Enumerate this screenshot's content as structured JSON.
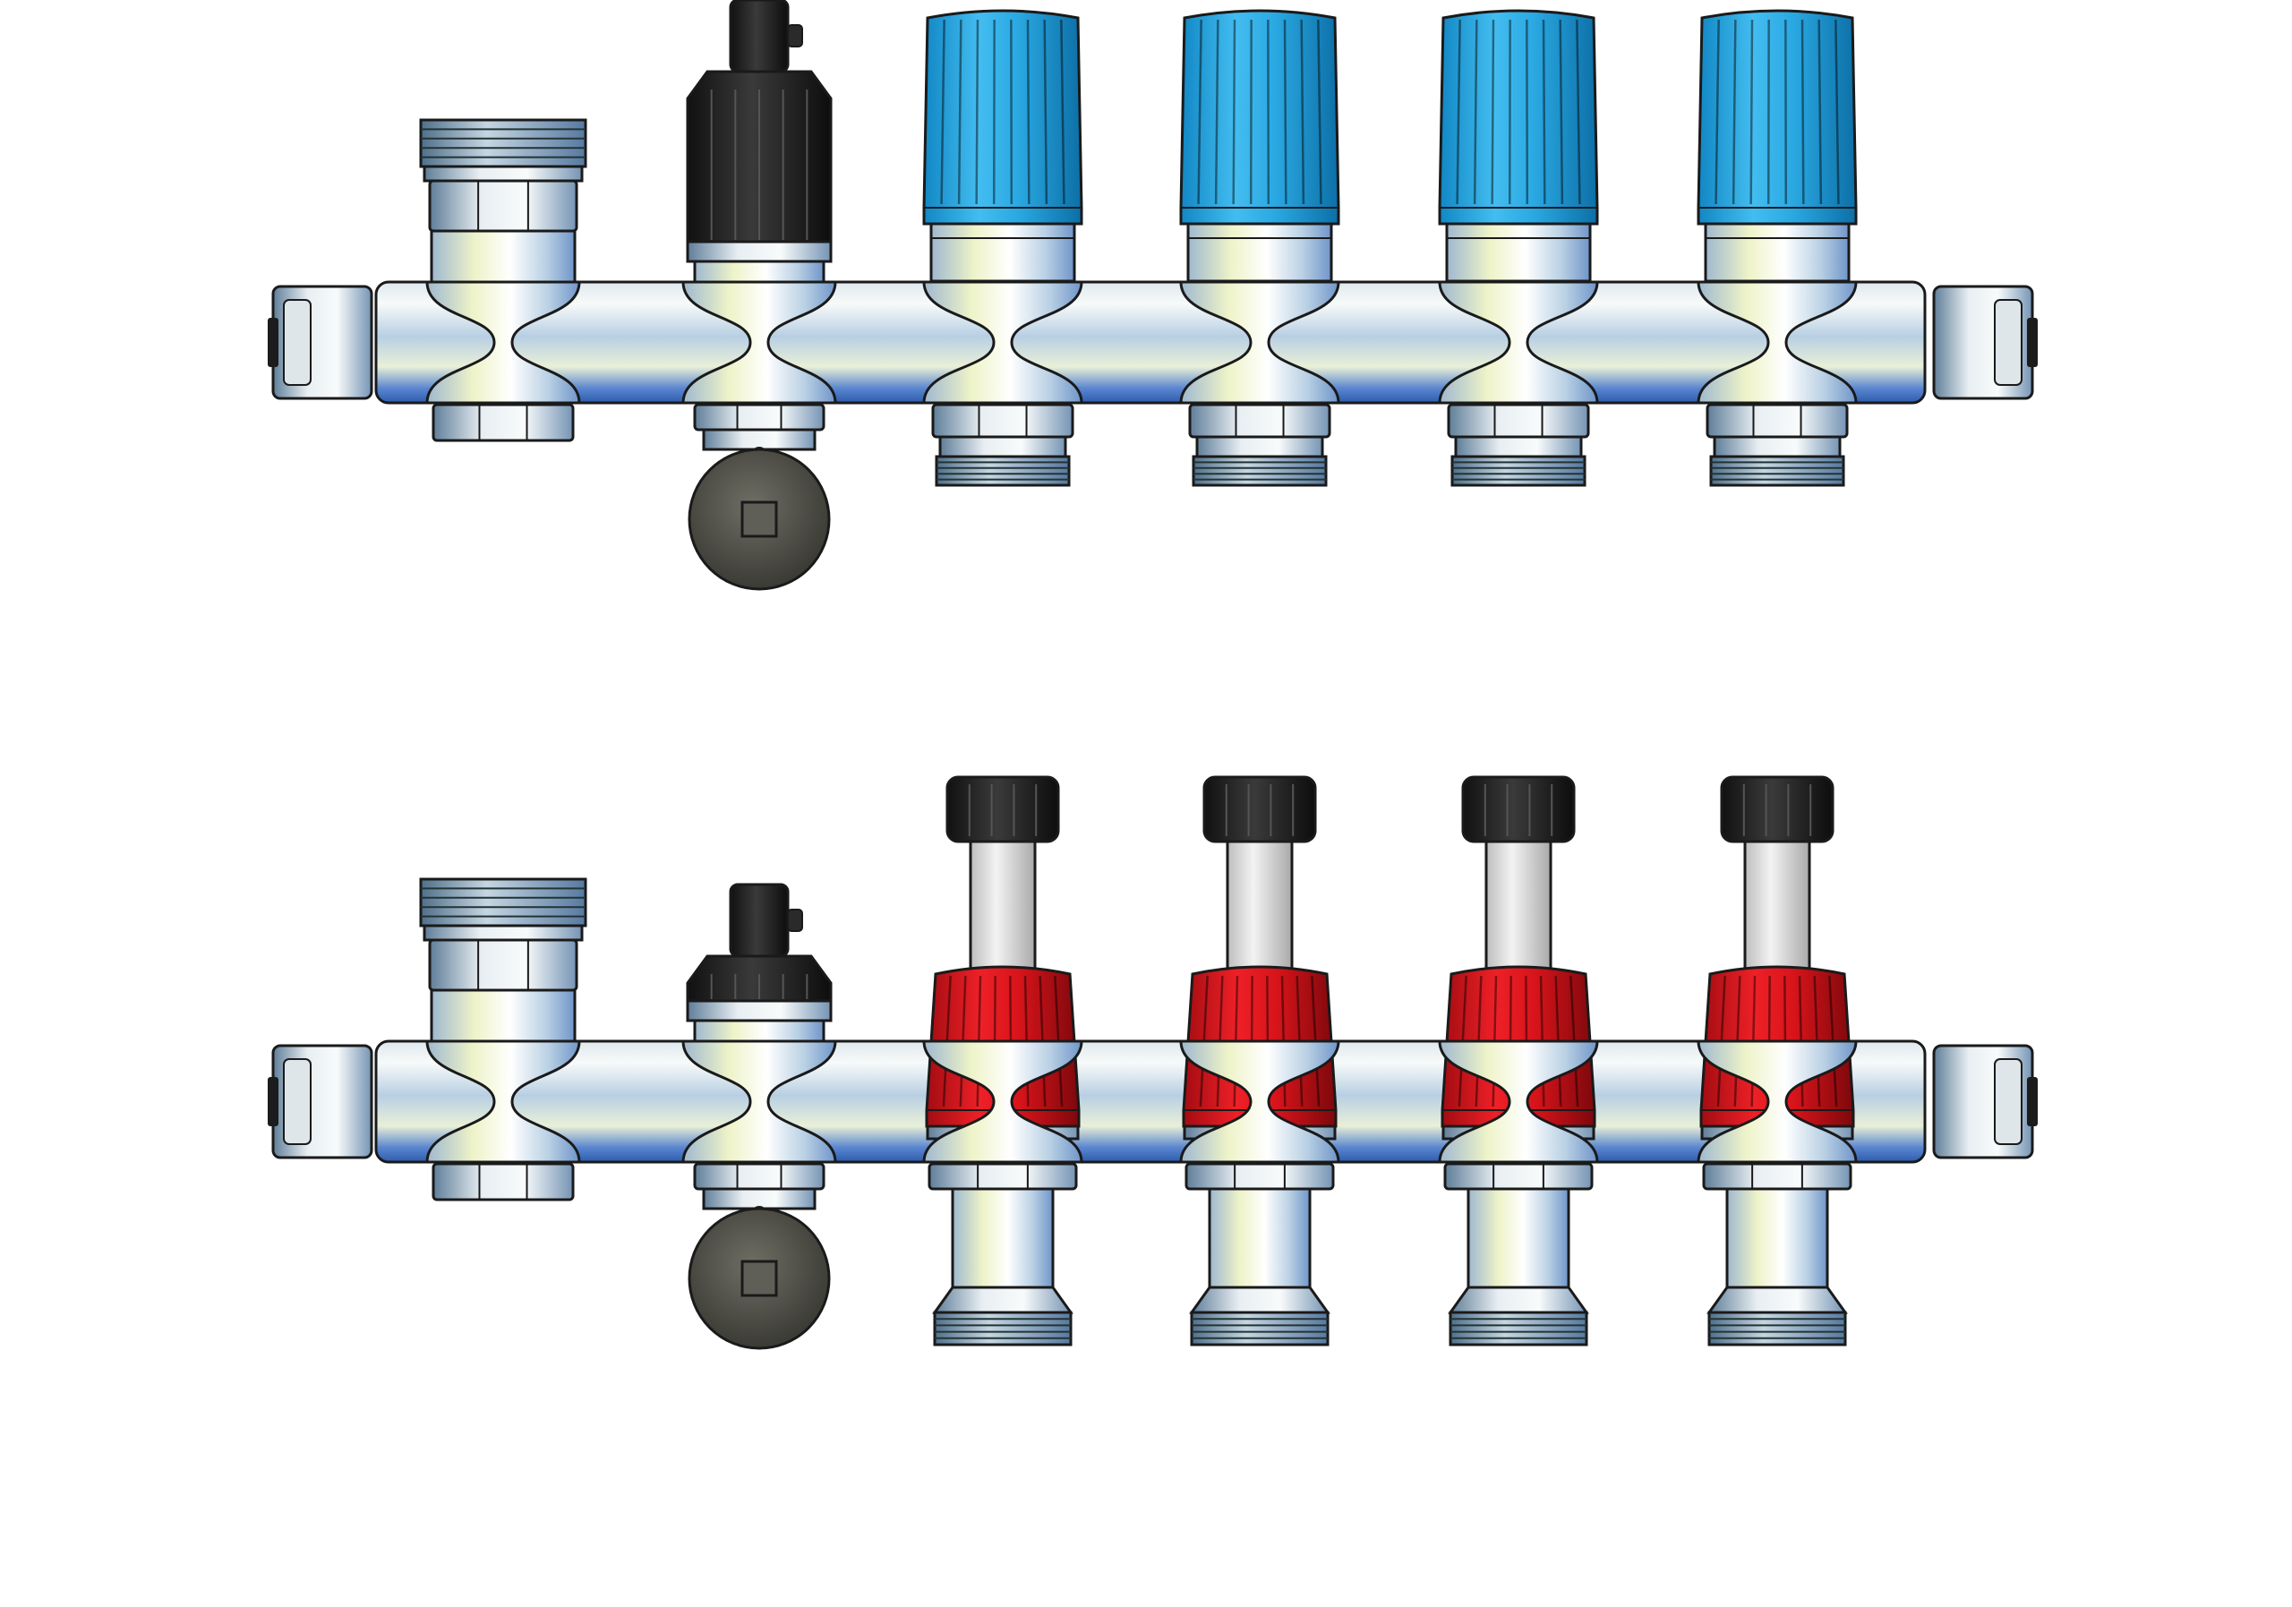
{
  "scene": {
    "description_free": true,
    "manifolds": [
      {
        "id": "supply-manifold",
        "outlet_count": 4,
        "valve_style": "cap-knob",
        "knob_color": "#1fa3dc",
        "knob_shadow": "#0f6f9e",
        "has_flowmeter": false
      },
      {
        "id": "return-manifold",
        "outlet_count": 4,
        "valve_style": "flowmeter",
        "knob_color": "#e0141b",
        "knob_shadow": "#8d0b0f",
        "flowmeter_cap_color": "#1b1b1b",
        "has_flowmeter": true
      }
    ],
    "colors": {
      "pipe_light": "#f2f6f5",
      "pipe_mid": "#a9c4de",
      "pipe_dark": "#2f62b8",
      "brass_yellow": "#eef0b8",
      "air_vent_body": "#1e1e1e",
      "drain_knob": "#4e4e46",
      "outline": "#1a1a1a"
    },
    "icons": {
      "air-vent": "automatic-air-vent-icon",
      "drain": "drain-valve-icon",
      "end-plug": "end-plug-icon"
    }
  }
}
